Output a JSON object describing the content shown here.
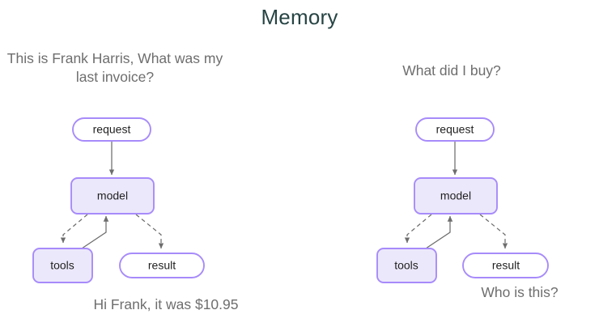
{
  "page": {
    "title": "Memory",
    "background_color": "#ffffff",
    "title_color": "#274444",
    "caption_color": "#6e6e6e"
  },
  "theme": {
    "node_border": "#a78bfa",
    "node_fill_lavender": "#ece8fb",
    "node_fill_white": "#ffffff",
    "edge_color": "#6d6d6d",
    "node_text": "#1f1f1f"
  },
  "panels": [
    {
      "id": "left",
      "prompt": "This is Frank Harris, What was my last invoice?",
      "answer": "Hi Frank, it was $10.95",
      "nodes": [
        {
          "id": "request",
          "label": "request",
          "shape": "pill",
          "fill": "white"
        },
        {
          "id": "model",
          "label": "model",
          "shape": "rounded-rect",
          "fill": "lavender"
        },
        {
          "id": "tools",
          "label": "tools",
          "shape": "rounded-rect",
          "fill": "lavender"
        },
        {
          "id": "result",
          "label": "result",
          "shape": "pill",
          "fill": "white"
        }
      ],
      "edges": [
        {
          "from": "request",
          "to": "model",
          "style": "solid"
        },
        {
          "from": "model",
          "to": "tools",
          "style": "dashed"
        },
        {
          "from": "tools",
          "to": "model",
          "style": "solid"
        },
        {
          "from": "model",
          "to": "result",
          "style": "dashed"
        }
      ]
    },
    {
      "id": "right",
      "prompt": "What did I buy?",
      "answer": "Who is this?",
      "nodes": [
        {
          "id": "request",
          "label": "request",
          "shape": "pill",
          "fill": "white"
        },
        {
          "id": "model",
          "label": "model",
          "shape": "rounded-rect",
          "fill": "lavender"
        },
        {
          "id": "tools",
          "label": "tools",
          "shape": "rounded-rect",
          "fill": "lavender"
        },
        {
          "id": "result",
          "label": "result",
          "shape": "pill",
          "fill": "white"
        }
      ],
      "edges": [
        {
          "from": "request",
          "to": "model",
          "style": "solid"
        },
        {
          "from": "model",
          "to": "tools",
          "style": "dashed"
        },
        {
          "from": "tools",
          "to": "model",
          "style": "solid"
        },
        {
          "from": "model",
          "to": "result",
          "style": "dashed"
        }
      ]
    }
  ]
}
